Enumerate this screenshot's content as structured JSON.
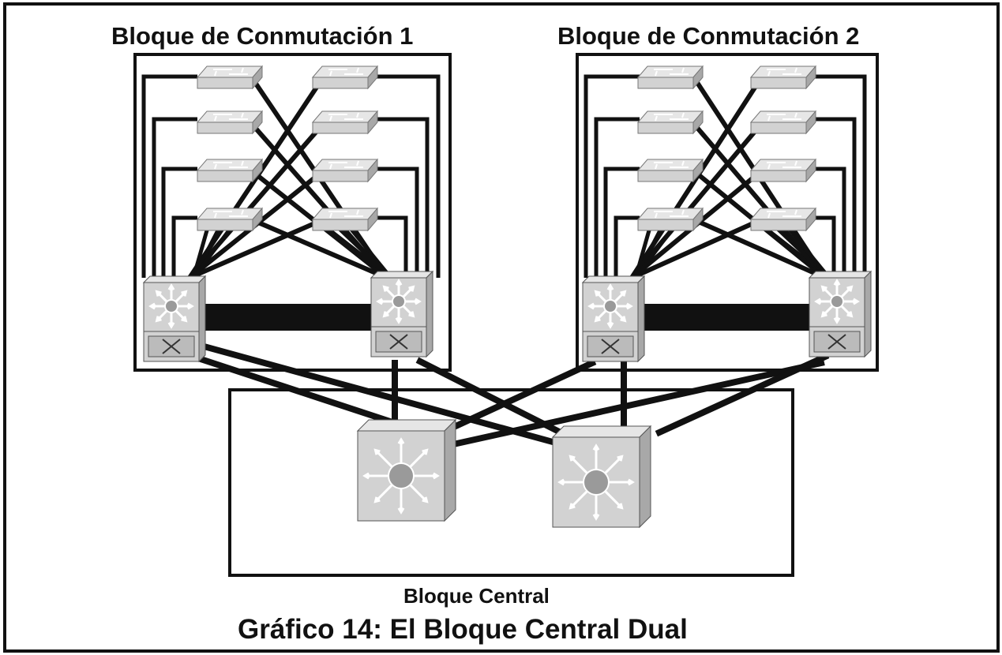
{
  "blocks": {
    "switch_block_1": {
      "title": "Bloque de Conmutación 1"
    },
    "switch_block_2": {
      "title": "Bloque de Conmutación 2"
    },
    "core_block": {
      "title": "Bloque Central"
    }
  },
  "caption": "Gráfico 14: El Bloque Central Dual",
  "icons": {
    "access_switch": "workgroup-switch-icon",
    "distribution_switch": "multilayer-switch-icon",
    "core_switch": "layer3-switch-icon"
  },
  "colors": {
    "line": "#111111",
    "device_face": "#d2d2d2",
    "device_top": "#e6e6e6",
    "device_side": "#a8a8a8"
  }
}
